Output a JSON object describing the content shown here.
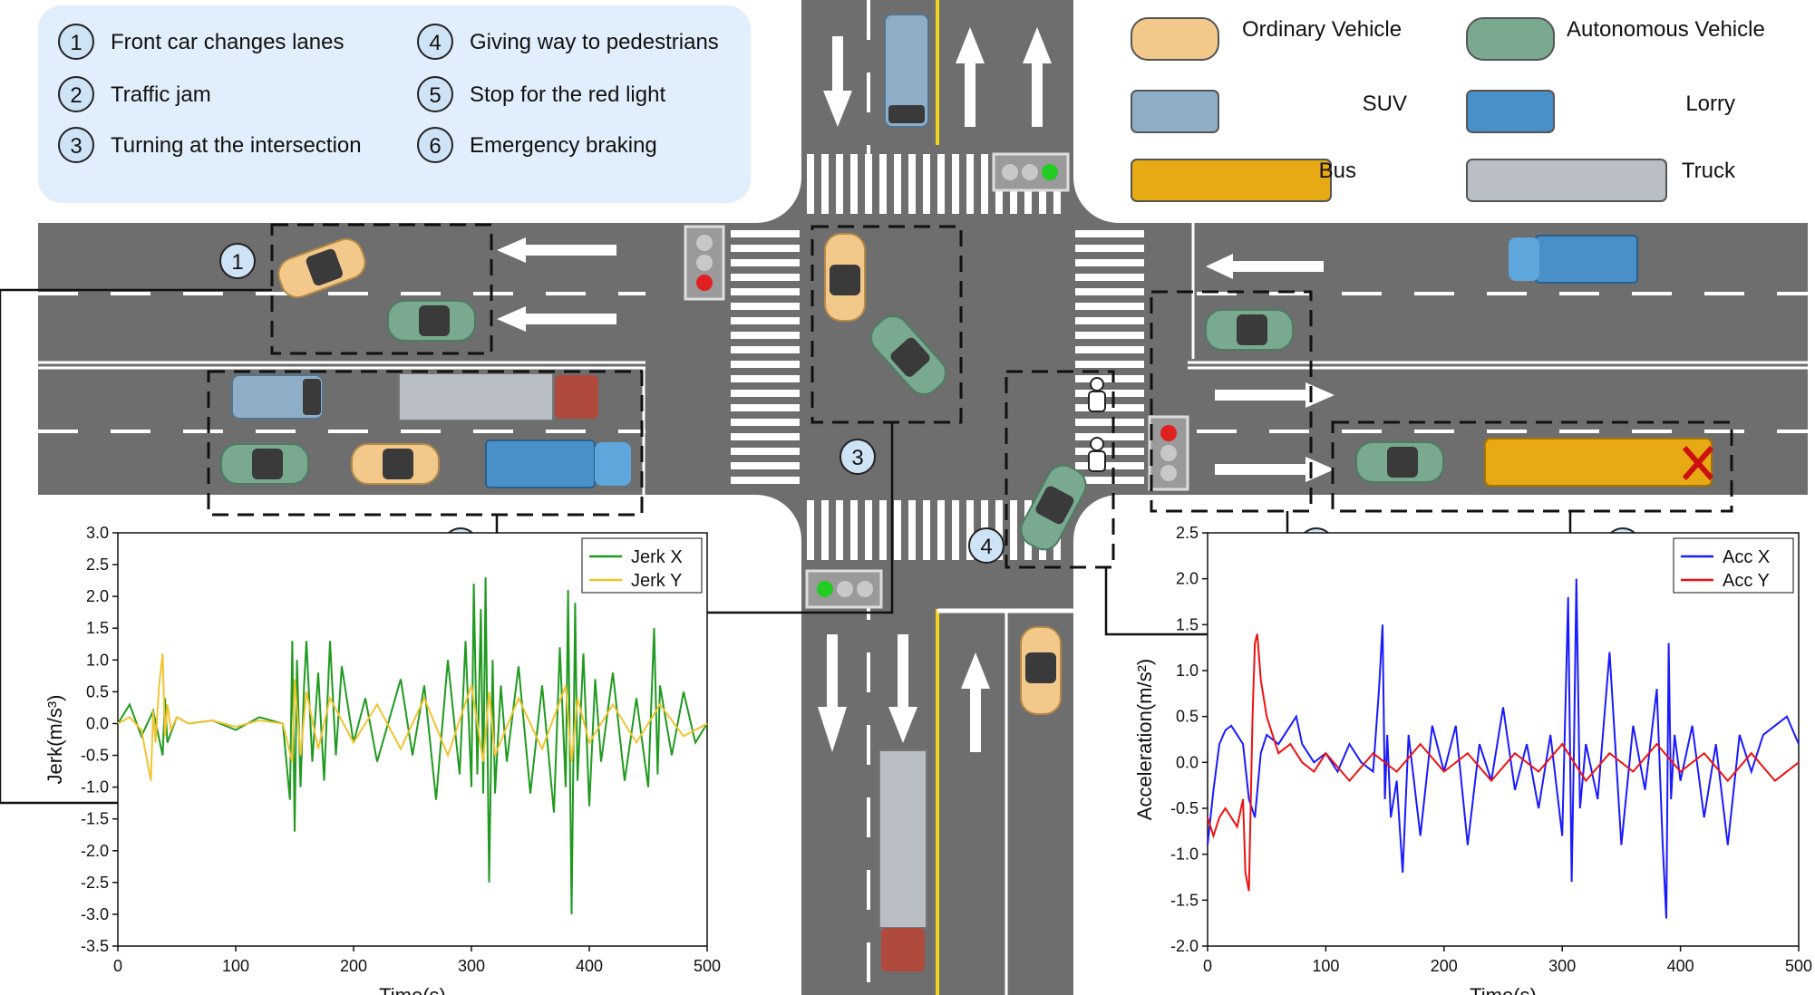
{
  "scenarios": [
    {
      "num": "1",
      "label": "Front car changes lanes"
    },
    {
      "num": "2",
      "label": "Traffic jam"
    },
    {
      "num": "3",
      "label": "Turning at the intersection"
    },
    {
      "num": "4",
      "label": "Giving way to pedestrians"
    },
    {
      "num": "5",
      "label": "Stop for the red light"
    },
    {
      "num": "6",
      "label": "Emergency braking"
    }
  ],
  "vehicle_legend": [
    {
      "label": "Ordinary Vehicle",
      "color": "#f2c98a"
    },
    {
      "label": "Autonomous Vehicle",
      "color": "#79a98f"
    },
    {
      "label": "SUV",
      "color": "#8eaec7"
    },
    {
      "label": "Lorry",
      "color": "#4a90c8"
    },
    {
      "label": "Bus",
      "color": "#e7a914"
    },
    {
      "label": "Truck",
      "color": "#b9bfc4"
    }
  ],
  "chart_data": [
    {
      "type": "line",
      "ylabel": "Jerk(m/s³)",
      "xlabel": "Time(s)",
      "xlim": [
        0,
        500
      ],
      "ylim": [
        -3.5,
        3.0
      ],
      "xticks": [
        "0",
        "100",
        "200",
        "300",
        "400",
        "500"
      ],
      "yticks": [
        "3.0",
        "2.5",
        "2.0",
        "1.5",
        "1.0",
        "0.5",
        "0.0",
        "-0.5",
        "-1.0",
        "-1.5",
        "-2.0",
        "-2.5",
        "-3.0",
        "-3.5"
      ],
      "legend_position": "top-right",
      "series": [
        {
          "name": "Jerk X",
          "color": "#1f9a1f",
          "x": [
            0,
            10,
            20,
            30,
            38,
            40,
            42,
            50,
            60,
            80,
            100,
            120,
            140,
            146,
            148,
            150,
            152,
            155,
            158,
            160,
            165,
            170,
            175,
            180,
            185,
            190,
            200,
            210,
            220,
            240,
            250,
            260,
            270,
            280,
            290,
            295,
            300,
            302,
            305,
            308,
            310,
            312,
            315,
            318,
            320,
            325,
            330,
            340,
            350,
            360,
            370,
            375,
            380,
            382,
            385,
            388,
            390,
            395,
            400,
            405,
            410,
            420,
            430,
            440,
            450,
            455,
            458,
            460,
            470,
            480,
            490,
            500
          ],
          "y": [
            0,
            0.3,
            -0.2,
            0.2,
            -0.5,
            0.4,
            -0.3,
            0.1,
            0,
            0.05,
            -0.1,
            0.1,
            0,
            -1.2,
            1.3,
            -1.7,
            1.0,
            -1.0,
            0.6,
            1.3,
            -0.6,
            0.8,
            -0.9,
            1.3,
            -0.5,
            0.9,
            -0.3,
            0.4,
            -0.6,
            0.7,
            -0.5,
            0.6,
            -1.2,
            1.0,
            -0.8,
            1.3,
            -1.0,
            2.2,
            -0.8,
            1.8,
            -1.1,
            2.3,
            -2.5,
            1.0,
            -1.1,
            0.6,
            -0.6,
            0.9,
            -1.1,
            0.6,
            -1.4,
            1.2,
            -1.0,
            2.1,
            -3.0,
            1.9,
            -0.9,
            1.1,
            -1.3,
            0.7,
            -0.6,
            0.8,
            -0.9,
            0.4,
            -1.0,
            1.5,
            -0.8,
            0.6,
            -0.5,
            0.5,
            -0.3,
            0
          ]
        },
        {
          "name": "Jerk Y",
          "color": "#f2c431",
          "x": [
            0,
            10,
            20,
            28,
            30,
            32,
            35,
            38,
            40,
            42,
            45,
            50,
            60,
            80,
            100,
            120,
            140,
            148,
            150,
            155,
            160,
            170,
            180,
            200,
            220,
            240,
            260,
            280,
            300,
            310,
            315,
            320,
            340,
            360,
            380,
            385,
            390,
            400,
            420,
            440,
            460,
            480,
            500
          ],
          "y": [
            0,
            0.1,
            -0.1,
            -0.9,
            0.2,
            -0.3,
            0.6,
            1.1,
            -0.2,
            0.3,
            -0.1,
            0.1,
            0,
            0.05,
            -0.05,
            0.05,
            0,
            -0.6,
            0.7,
            -0.5,
            0.5,
            -0.4,
            0.4,
            -0.3,
            0.3,
            -0.4,
            0.4,
            -0.5,
            0.6,
            -0.6,
            0.5,
            -0.5,
            0.4,
            -0.4,
            0.6,
            -0.6,
            0.4,
            -0.3,
            0.3,
            -0.3,
            0.3,
            -0.2,
            0
          ]
        }
      ]
    },
    {
      "type": "line",
      "ylabel": "Acceleration(m/s²)",
      "xlabel": "Time(s)",
      "xlim": [
        0,
        500
      ],
      "ylim": [
        -2.0,
        2.5
      ],
      "xticks": [
        "0",
        "100",
        "200",
        "300",
        "400",
        "500"
      ],
      "yticks": [
        "2.5",
        "2.0",
        "1.5",
        "1.0",
        "0.5",
        "0.0",
        "-0.5",
        "-1.0",
        "-1.5",
        "-2.0"
      ],
      "legend_position": "top-right",
      "series": [
        {
          "name": "Acc X",
          "color": "#1a1aff",
          "x": [
            0,
            5,
            10,
            15,
            20,
            25,
            30,
            35,
            40,
            45,
            50,
            60,
            70,
            75,
            80,
            90,
            100,
            110,
            120,
            130,
            140,
            145,
            148,
            150,
            152,
            155,
            160,
            165,
            170,
            180,
            190,
            200,
            210,
            220,
            230,
            240,
            250,
            260,
            270,
            280,
            290,
            300,
            305,
            308,
            310,
            312,
            315,
            320,
            330,
            340,
            350,
            360,
            370,
            380,
            385,
            388,
            390,
            392,
            395,
            400,
            410,
            420,
            430,
            440,
            450,
            460,
            470,
            480,
            490,
            500
          ],
          "y": [
            -0.9,
            -0.3,
            0.2,
            0.35,
            0.4,
            0.3,
            0.2,
            -0.4,
            -0.6,
            0.1,
            0.3,
            0.2,
            0.4,
            0.5,
            0.2,
            0.0,
            0.1,
            -0.1,
            0.2,
            0.0,
            -0.1,
            0.8,
            1.5,
            -0.4,
            0.3,
            -0.6,
            -0.2,
            -1.2,
            0.3,
            -0.8,
            0.4,
            -0.1,
            0.4,
            -0.9,
            0.2,
            -0.2,
            0.6,
            -0.3,
            0.2,
            -0.5,
            0.3,
            -0.8,
            1.8,
            -1.3,
            0.2,
            2.0,
            -0.5,
            0.2,
            -0.4,
            1.2,
            -0.9,
            0.4,
            -0.3,
            0.8,
            -0.9,
            -1.7,
            1.3,
            -0.4,
            0.3,
            -0.2,
            0.4,
            -0.6,
            0.2,
            -0.9,
            0.3,
            -0.1,
            0.3,
            0.4,
            0.5,
            0.2
          ]
        },
        {
          "name": "Acc Y",
          "color": "#ee1111",
          "x": [
            0,
            5,
            10,
            15,
            20,
            25,
            30,
            32,
            35,
            38,
            40,
            42,
            45,
            50,
            55,
            60,
            70,
            80,
            90,
            100,
            120,
            140,
            160,
            180,
            200,
            220,
            240,
            260,
            280,
            300,
            320,
            340,
            360,
            380,
            400,
            420,
            440,
            460,
            480,
            500
          ],
          "y": [
            -0.6,
            -0.8,
            -0.6,
            -0.5,
            -0.6,
            -0.7,
            -0.4,
            -1.2,
            -1.4,
            0.5,
            1.3,
            1.4,
            0.9,
            0.5,
            0.3,
            0.1,
            0.2,
            0.0,
            -0.1,
            0.1,
            -0.2,
            0.1,
            -0.1,
            0.2,
            -0.1,
            0.1,
            -0.2,
            0.1,
            -0.1,
            0.2,
            -0.2,
            0.1,
            -0.1,
            0.2,
            -0.1,
            0.1,
            -0.2,
            0.1,
            -0.2,
            0.0
          ]
        }
      ]
    }
  ]
}
